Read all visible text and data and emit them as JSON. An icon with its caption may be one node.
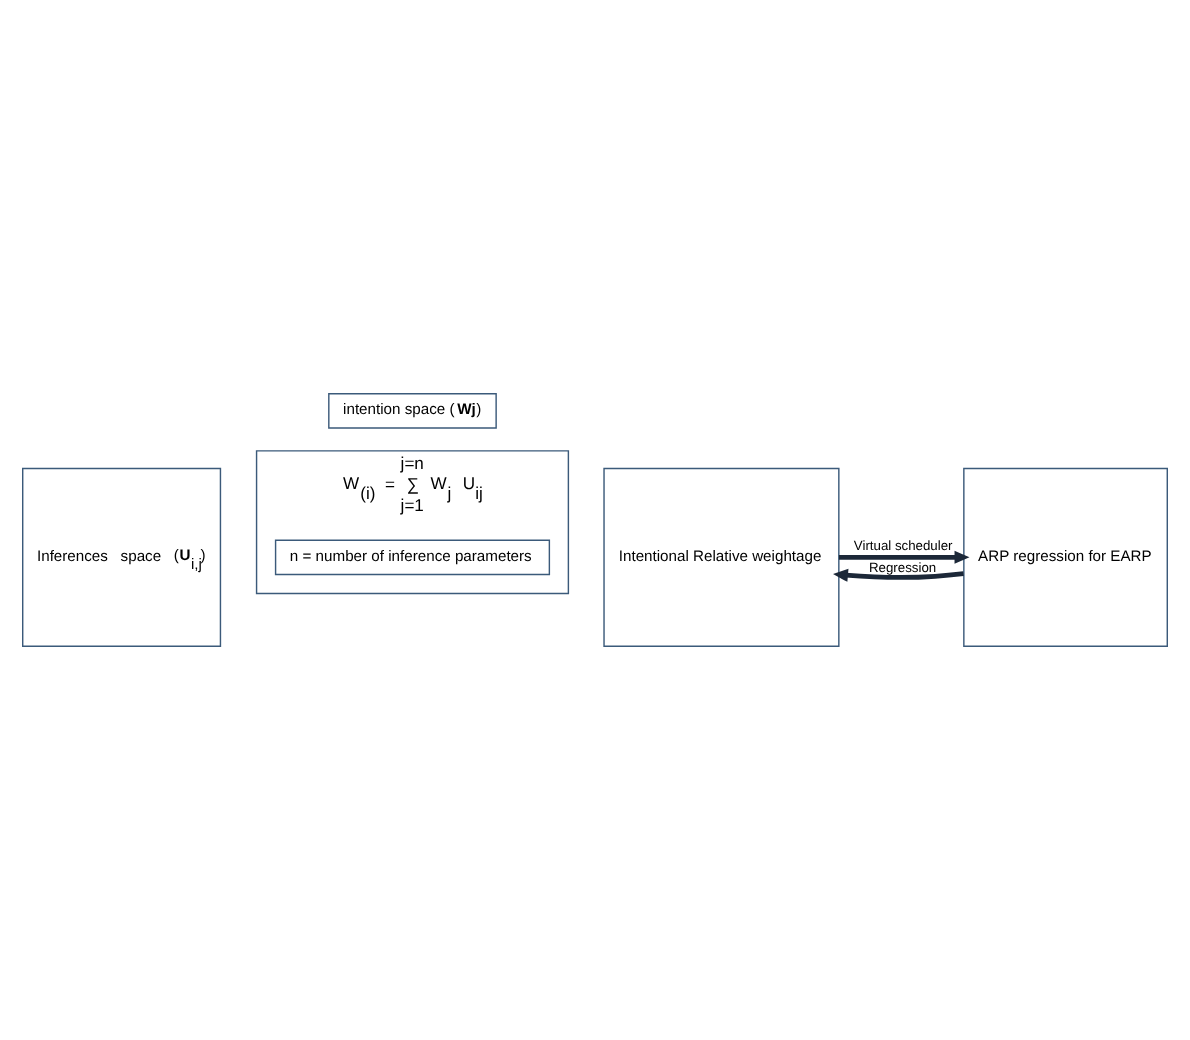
{
  "diagram": {
    "nodes": [
      {
        "text": [
          "intention space (**Wj**)"
        ]
      },
      {
        "text": [
          "Inferences space (**U**$_{i,j}$)"
        ]
      },
      {
        "text": [
          "j=n",
          "W$_{(i)}$ = ∑ W$_{j}$ U$_{ij}$",
          "j=1"
        ]
      },
      {
        "text": [
          "n = number of inference parameters"
        ],
        "in": 2
      },
      {
        "text": [
          "Intentional Relative weightage"
        ]
      },
      {
        "text": [
          "ARP regression for EARP"
        ]
      }
    ],
    "edges": [
      {
        "from": 4,
        "to": 5,
        "arrow": "to",
        "label": "Virtual scheduler"
      },
      {
        "from": 5,
        "to": 4,
        "arrow": "to",
        "label": "Regression"
      }
    ]
  }
}
